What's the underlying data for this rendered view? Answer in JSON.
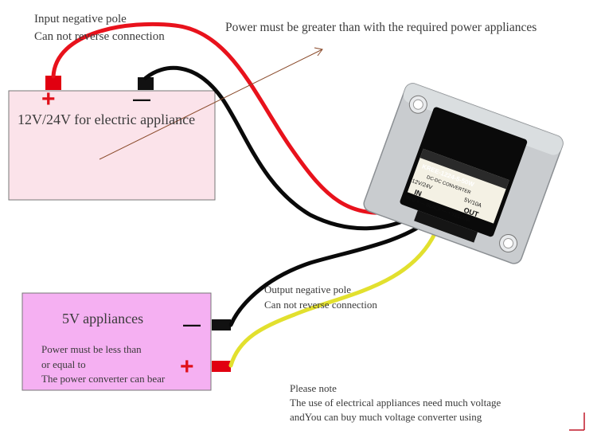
{
  "input_note": {
    "line1": "Input negative pole",
    "line2": "Can not reverse connection"
  },
  "power_note_top": "Power must be greater than with the required power appliances",
  "battery": {
    "label": "12V/24V for electric appliance",
    "plus": "+",
    "minus": "—",
    "fill": "#fbe3ea",
    "border": "#777777"
  },
  "appliance": {
    "title": "5V appliances",
    "note_lines": [
      "Power must be less than",
      "or equal to",
      "The power converter can bear"
    ],
    "plus": "+",
    "minus": "—",
    "fill": "#f5b0f2",
    "border": "#777777"
  },
  "output_note": {
    "line1": "Output negative pole",
    "line2": "Can not reverse connection"
  },
  "bottom_note": {
    "line1": "Please note",
    "line2": "The  use  of  electrical  appliances  need  much  voltage",
    "line3": "andYou can buy much voltage converter using"
  },
  "converter": {
    "model": "KREE-1224-5-50W",
    "sub": "DC-DC CONVERTER",
    "in_v": "12V/24V",
    "in_label": "IN",
    "out_v": "5V/10A",
    "out_label": "OUT",
    "pins": "RED + — BLACK — + YELLOW"
  },
  "colors": {
    "red_wire": "#e8121c",
    "black_wire": "#0a0a0a",
    "yellow_wire": "#e2e02e",
    "terminal_red": "#e10010",
    "plus_red": "#e0101a"
  }
}
